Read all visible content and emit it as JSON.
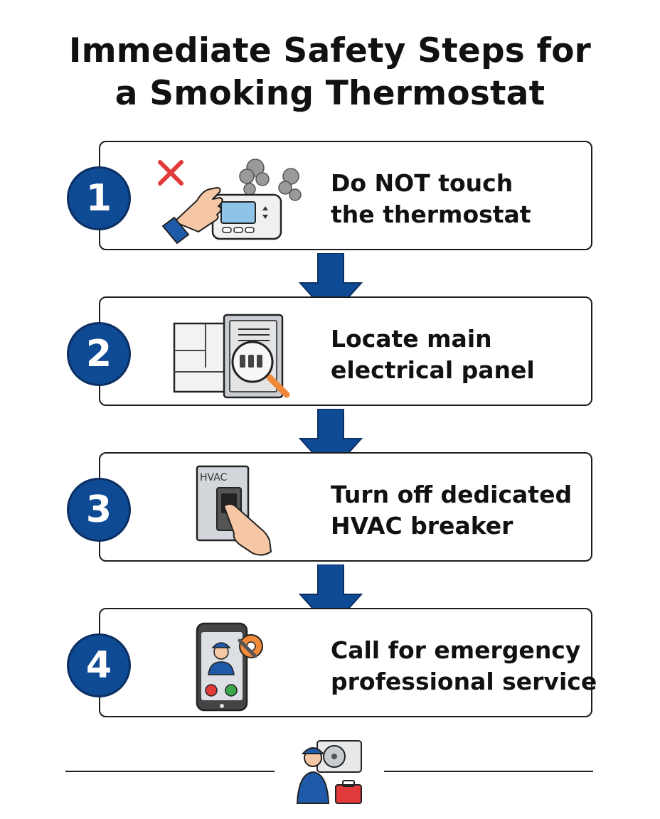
{
  "title": {
    "line1": "Immediate Safety Steps for",
    "line2": "a Smoking Thermostat"
  },
  "colors": {
    "badge_blue": "#0f4a94",
    "arrow_blue": "#0f4a94",
    "warning_red": "#e23a3a",
    "accent_orange": "#f0893a"
  },
  "steps": [
    {
      "number": "1",
      "line1": "Do NOT touch",
      "line2": "the thermostat",
      "icon": "hand-touching-smoking-thermostat-icon"
    },
    {
      "number": "2",
      "line1": "Locate main",
      "line2": "electrical panel",
      "icon": "electrical-panel-search-icon"
    },
    {
      "number": "3",
      "line1": "Turn off dedicated",
      "line2": "HVAC breaker",
      "icon": "hvac-breaker-switch-icon",
      "icon_label": "HVAC"
    },
    {
      "number": "4",
      "line1": "Call for emergency",
      "line2": "professional service",
      "icon": "phone-call-technician-icon"
    }
  ],
  "footer": {
    "icon": "hvac-technician-icon"
  }
}
